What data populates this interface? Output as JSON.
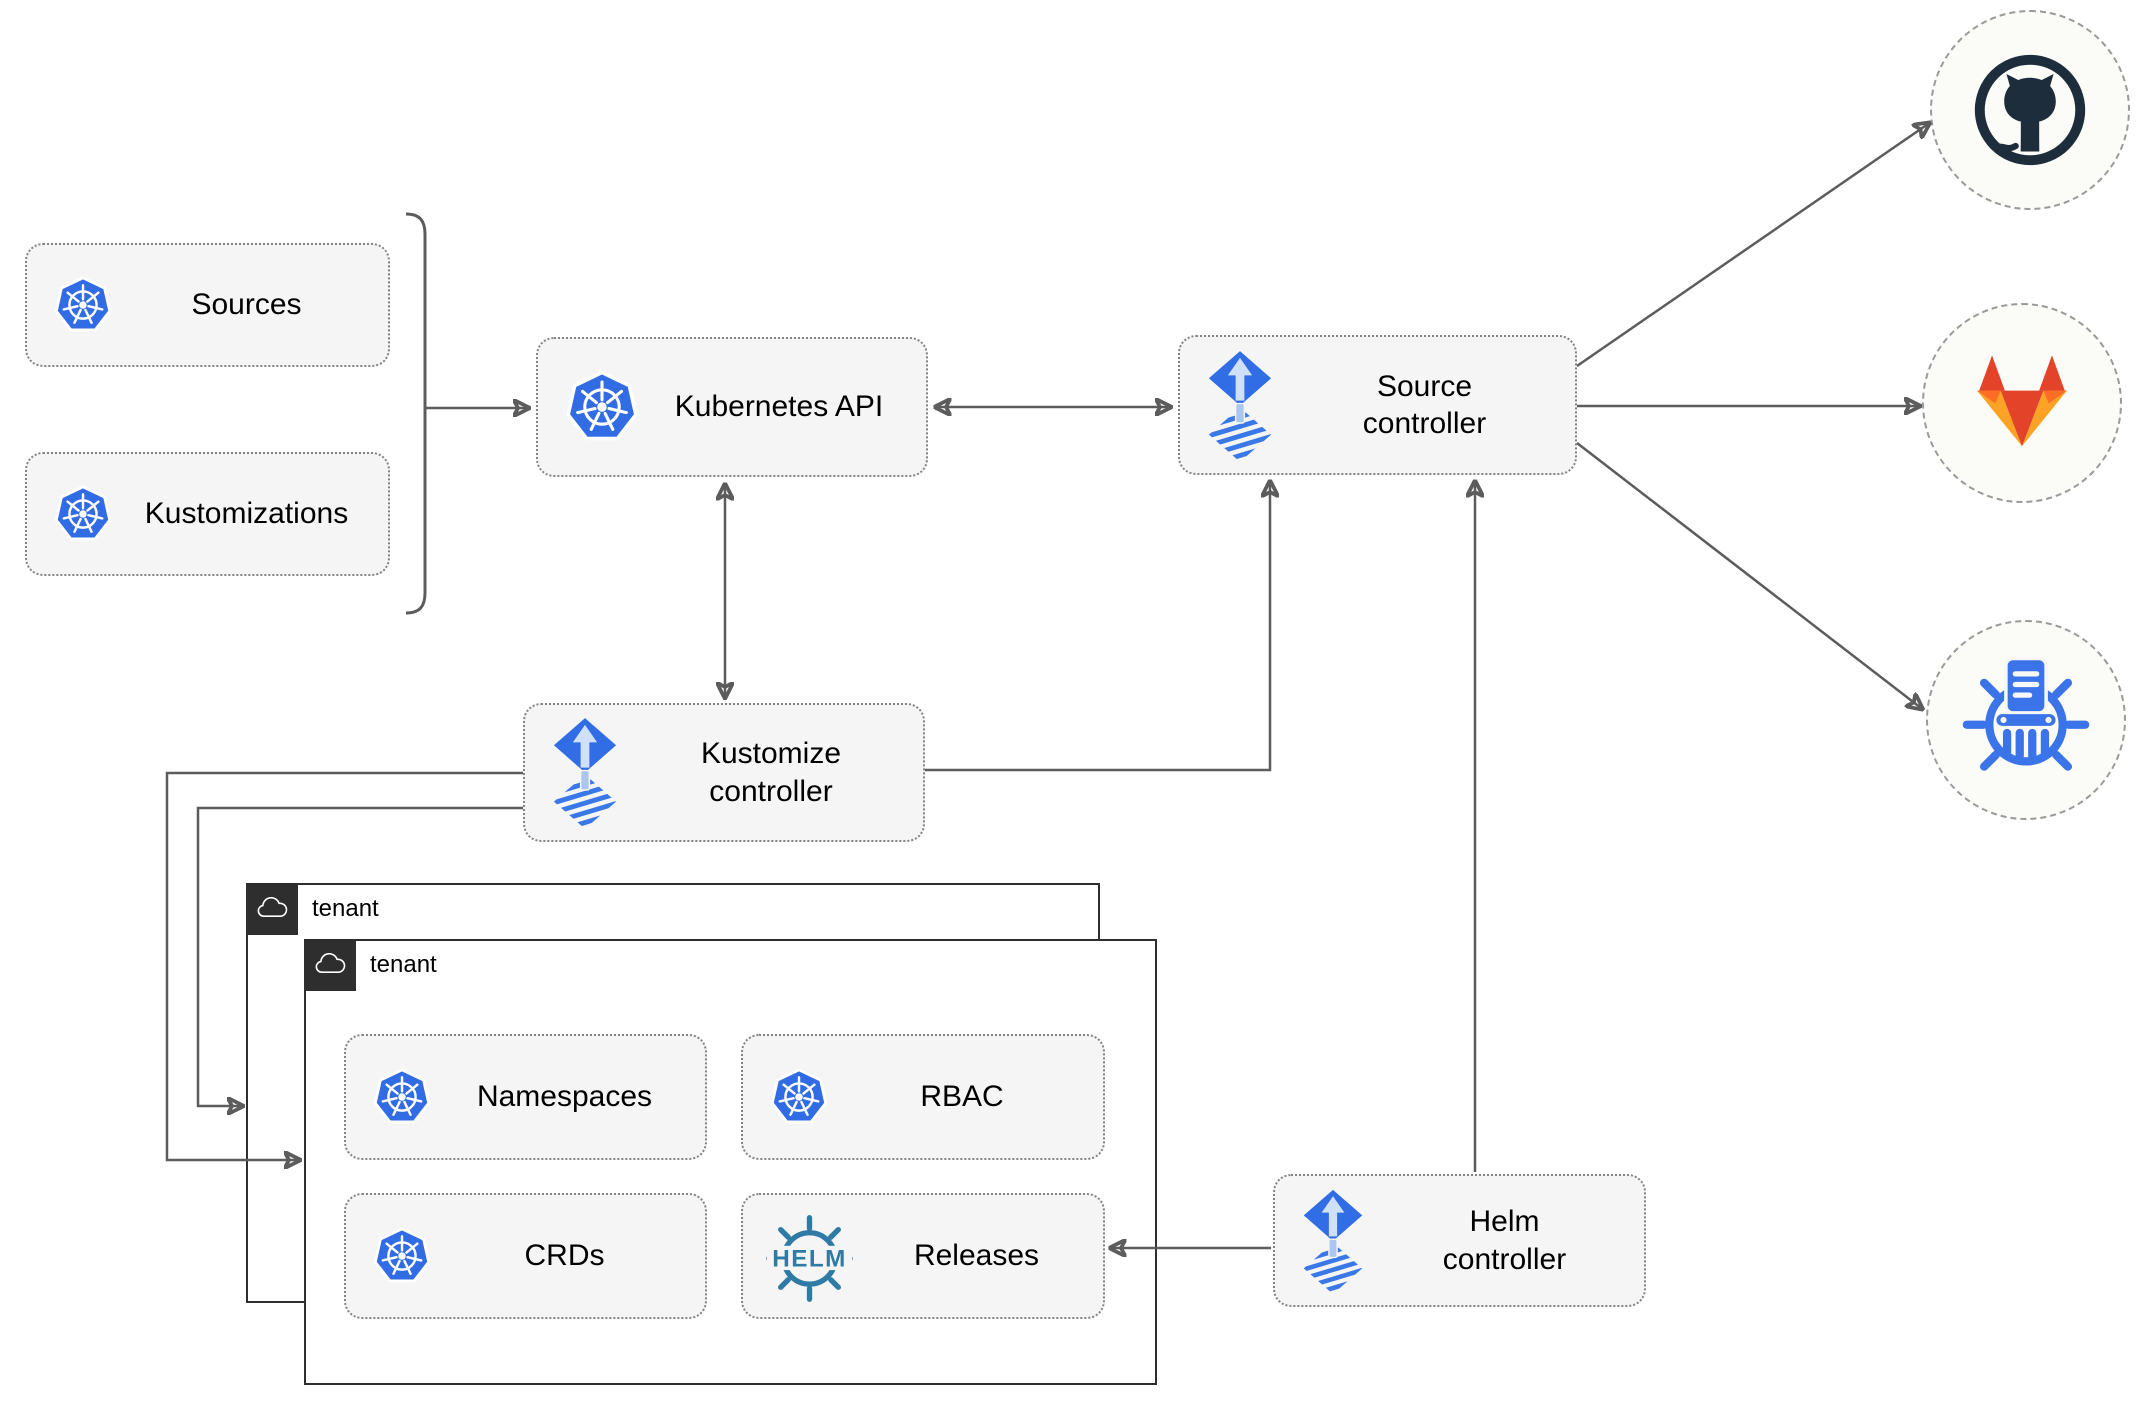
{
  "nodes": {
    "sources": {
      "label": "Sources",
      "icon": "kubernetes-icon"
    },
    "kustomizations": {
      "label": "Kustomizations",
      "icon": "kubernetes-icon"
    },
    "kubernetes_api": {
      "label": "Kubernetes API",
      "icon": "kubernetes-icon"
    },
    "source_controller": {
      "label": "Source controller",
      "icon": "flux-icon"
    },
    "kustomize_controller": {
      "label": "Kustomize controller",
      "icon": "flux-icon"
    },
    "helm_controller": {
      "label": "Helm controller",
      "icon": "flux-icon"
    },
    "tenant_back": {
      "label": "tenant",
      "icon": "cloud-icon"
    },
    "tenant_front": {
      "label": "tenant",
      "icon": "cloud-icon"
    },
    "namespaces": {
      "label": "Namespaces",
      "icon": "kubernetes-icon"
    },
    "rbac": {
      "label": "RBAC",
      "icon": "kubernetes-icon"
    },
    "crds": {
      "label": "CRDs",
      "icon": "kubernetes-icon"
    },
    "releases": {
      "label": "Releases",
      "icon": "helm-logo",
      "logo_text": "HELM"
    },
    "github": {
      "icon": "github-octocat-icon"
    },
    "gitlab": {
      "icon": "gitlab-tanuki-icon"
    },
    "chartmuseum": {
      "icon": "chartmuseum-icon"
    }
  },
  "edges": [
    {
      "from": "sources",
      "to": "kubernetes_api",
      "style": "bracket-arrow"
    },
    {
      "from": "kustomizations",
      "to": "kubernetes_api",
      "style": "bracket-arrow"
    },
    {
      "from": "kubernetes_api",
      "to": "source_controller",
      "style": "double-arrow"
    },
    {
      "from": "kubernetes_api",
      "to": "kustomize_controller",
      "style": "double-arrow"
    },
    {
      "from": "kustomize_controller",
      "to": "source_controller",
      "style": "arrow"
    },
    {
      "from": "helm_controller",
      "to": "source_controller",
      "style": "arrow"
    },
    {
      "from": "helm_controller",
      "to": "releases",
      "style": "arrow"
    },
    {
      "from": "kustomize_controller",
      "to": "tenant_front",
      "style": "arrow"
    },
    {
      "from": "kustomize_controller",
      "to": "tenant_back",
      "style": "arrow"
    },
    {
      "from": "source_controller",
      "to": "github",
      "style": "arrow"
    },
    {
      "from": "source_controller",
      "to": "gitlab",
      "style": "arrow"
    },
    {
      "from": "source_controller",
      "to": "chartmuseum",
      "style": "arrow"
    }
  ],
  "colors": {
    "kubernetes_blue": "#326ce5",
    "flux_blue": "#316de4",
    "flux_light": "#cfe0f8",
    "helm_teal": "#2e7ba6",
    "chartmuseum_blue": "#3b74e8",
    "github_dark": "#1e2d3b",
    "gitlab_red": "#e24329",
    "gitlab_orange": "#fc6d26",
    "gitlab_yellow": "#fca326",
    "connector_gray": "#5c5c5c",
    "node_fill": "#f5f5f5",
    "tenant_border": "#2e2e2e"
  }
}
